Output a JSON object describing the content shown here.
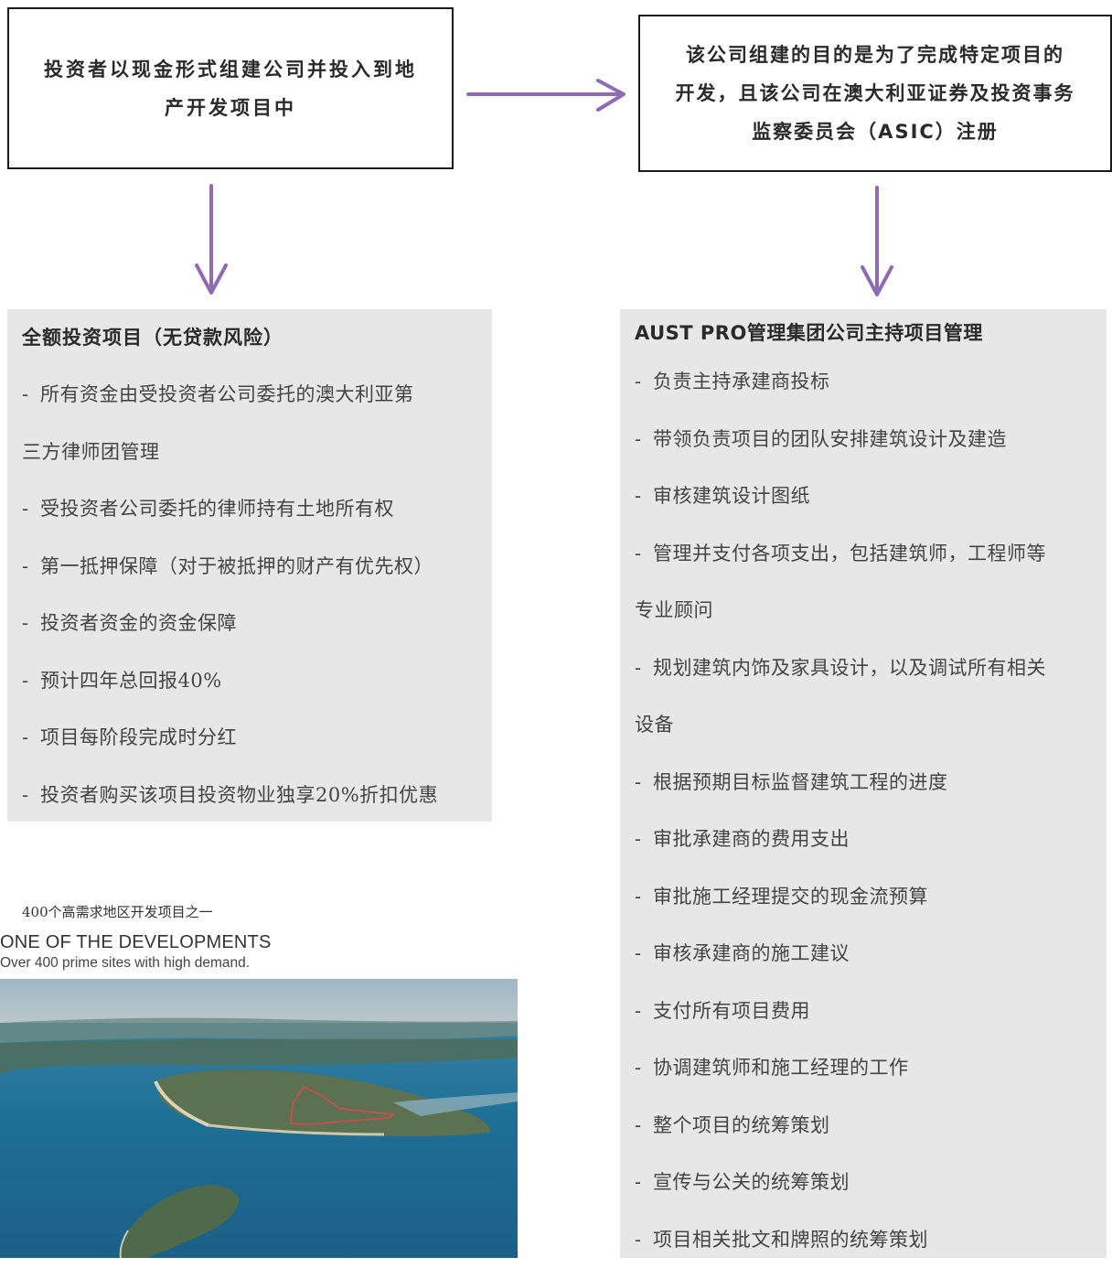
{
  "boxes": {
    "left_lines": [
      "投资者以现金形式组建公司并投入到地",
      "产开发项目中"
    ],
    "right_lines": [
      "该公司组建的目的是为了完成特定项目的",
      "开发，且该公司在澳大利亚证券及投资事务",
      "监察委员会（ASIC）注册"
    ]
  },
  "arrow_color": "#8e6bb3",
  "left_panel": {
    "title": "全额投资项目（无贷款风险）",
    "items": [
      {
        "dash": "-",
        "text": "所有资金由受投资者公司委托的澳大利亚第"
      },
      {
        "dash": "",
        "text": "三方律师团管理"
      },
      {
        "dash": "-",
        "text": "受投资者公司委托的律师持有土地所有权"
      },
      {
        "dash": "-",
        "text": "第一抵押保障（对于被抵押的财产有优先权）"
      },
      {
        "dash": "-",
        "text": "投资者资金的资金保障"
      },
      {
        "dash": "-",
        "text": "预计四年总回报40%"
      },
      {
        "dash": "-",
        "text": "项目每阶段完成时分红"
      },
      {
        "dash": "-",
        "text": "投资者购买该项目投资物业独享20%折扣优惠"
      }
    ]
  },
  "right_panel": {
    "title": "AUST PRO管理集团公司主持项目管理",
    "items": [
      {
        "dash": "-",
        "text": "负责主持承建商投标"
      },
      {
        "dash": "-",
        "text": "带领负责项目的团队安排建筑设计及建造"
      },
      {
        "dash": "-",
        "text": "审核建筑设计图纸"
      },
      {
        "dash": "-",
        "text": "管理并支付各项支出，包括建筑师，工程师等"
      },
      {
        "dash": "",
        "text": "专业顾问"
      },
      {
        "dash": "-",
        "text": "规划建筑内饰及家具设计，以及调试所有相关"
      },
      {
        "dash": "",
        "text": "设备"
      },
      {
        "dash": "-",
        "text": "根据预期目标监督建筑工程的进度"
      },
      {
        "dash": "-",
        "text": "审批承建商的费用支出"
      },
      {
        "dash": "-",
        "text": "审批施工经理提交的现金流预算"
      },
      {
        "dash": "-",
        "text": "审核承建商的施工建议"
      },
      {
        "dash": "-",
        "text": "支付所有项目费用"
      },
      {
        "dash": "-",
        "text": "协调建筑师和施工经理的工作"
      },
      {
        "dash": "-",
        "text": "整个项目的统筹策划"
      },
      {
        "dash": "-",
        "text": "宣传与公关的统筹策划"
      },
      {
        "dash": "-",
        "text": "项目相关批文和牌照的统筹策划"
      }
    ]
  },
  "caption": {
    "cn": "400个高需求地区开发项目之一",
    "en_title": "ONE OF THE DEVELOPMENTS",
    "en_sub": "Over 400 prime sites with high demand."
  }
}
